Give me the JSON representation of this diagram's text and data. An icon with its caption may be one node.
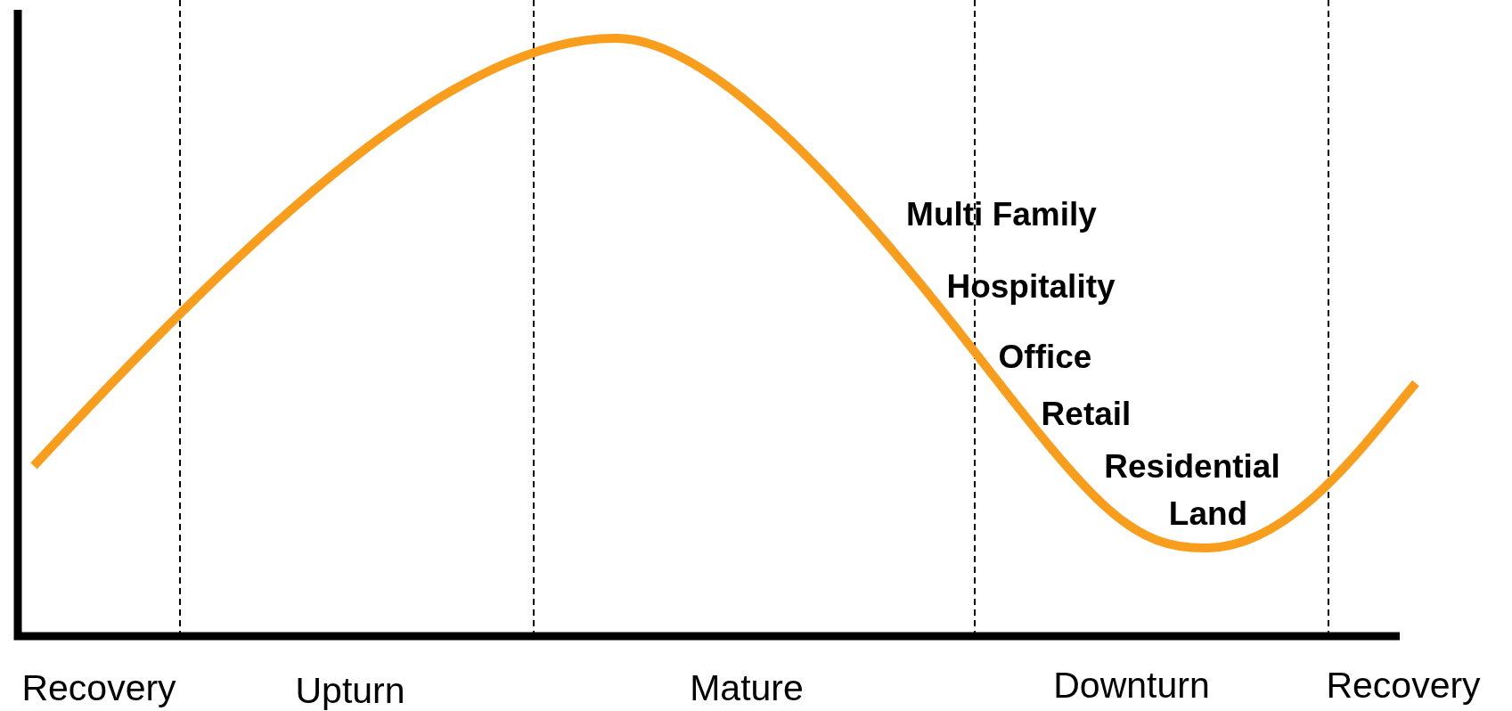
{
  "diagram": {
    "labels": [
      "Multi Family",
      "Hospitality",
      "Office",
      "Retail",
      "Residential",
      "Land",
      "Recovery",
      "Upturn",
      "Mature",
      "Downturn",
      "Recovery"
    ]
  }
}
